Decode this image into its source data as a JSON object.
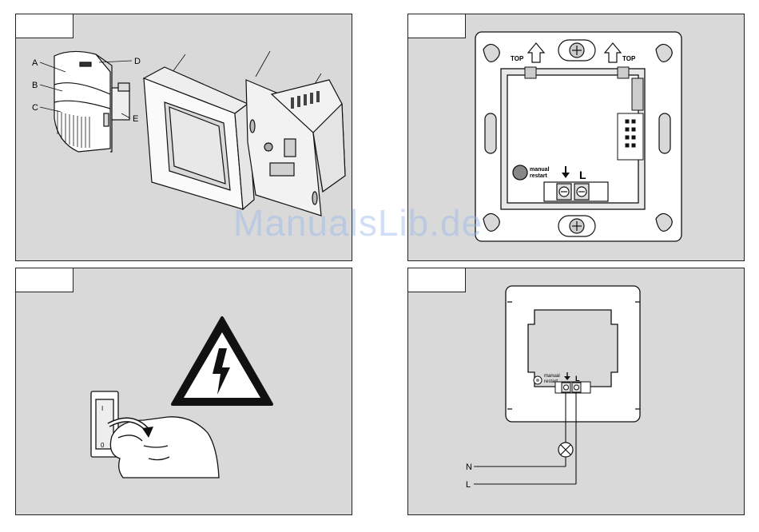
{
  "panel1": {
    "labels": {
      "a": "A",
      "b": "B",
      "c": "C",
      "d": "D",
      "e": "E"
    }
  },
  "panel2": {
    "top_left": "TOP",
    "top_right": "TOP",
    "restart_line1": "manual",
    "restart_line2": "restart",
    "terminal_l": "L"
  },
  "panel3": {
    "switch_on": "I",
    "switch_off": "0"
  },
  "panel4": {
    "restart_line1": "manual",
    "restart_line2": "restart",
    "terminal_l": "L",
    "wire_n": "N",
    "wire_l": "L"
  },
  "watermark": "ManualsLib.de"
}
